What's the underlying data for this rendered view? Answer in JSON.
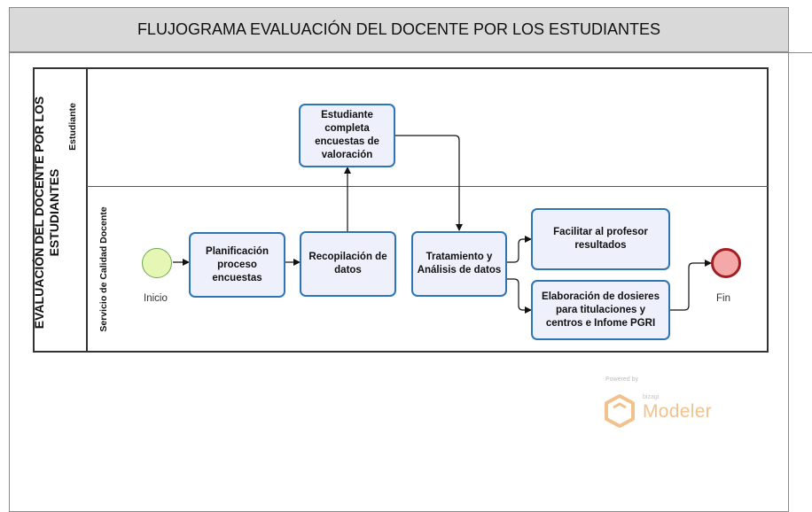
{
  "header": {
    "title": "FLUJOGRAMA EVALUACIÓN DEL DOCENTE POR LOS ESTUDIANTES"
  },
  "pool": {
    "title": "EVALUACIÓN DEL DOCENTE POR LOS ESTUDIANTES"
  },
  "lanes": [
    {
      "label": "Estudiante"
    },
    {
      "label": "Servicio de Calidad Docente"
    }
  ],
  "tasks": {
    "planificacion": "Planificación proceso encuestas",
    "recopilacion": "Recopilación de datos",
    "estudiante": "Estudiante completa encuestas de valoración",
    "tratamiento": "Tratamiento y Análisis de datos",
    "facilitar": "Facilitar al profesor resultados",
    "elaboracion": "Elaboración de dosieres para titulaciones y centros e Infome PGRI"
  },
  "events": {
    "start_label": "Inicio",
    "end_label": "Fin"
  },
  "colors": {
    "task_border": "#2e75b6",
    "task_fill": "#eef0fb",
    "start_fill": "#e6f7b5",
    "start_border": "#6aa84f",
    "end_fill": "#f4a9a8",
    "end_border": "#a21f24"
  },
  "branding": {
    "powered": "Powered by",
    "bizagi": "bizagi",
    "modeler": "Modeler"
  }
}
